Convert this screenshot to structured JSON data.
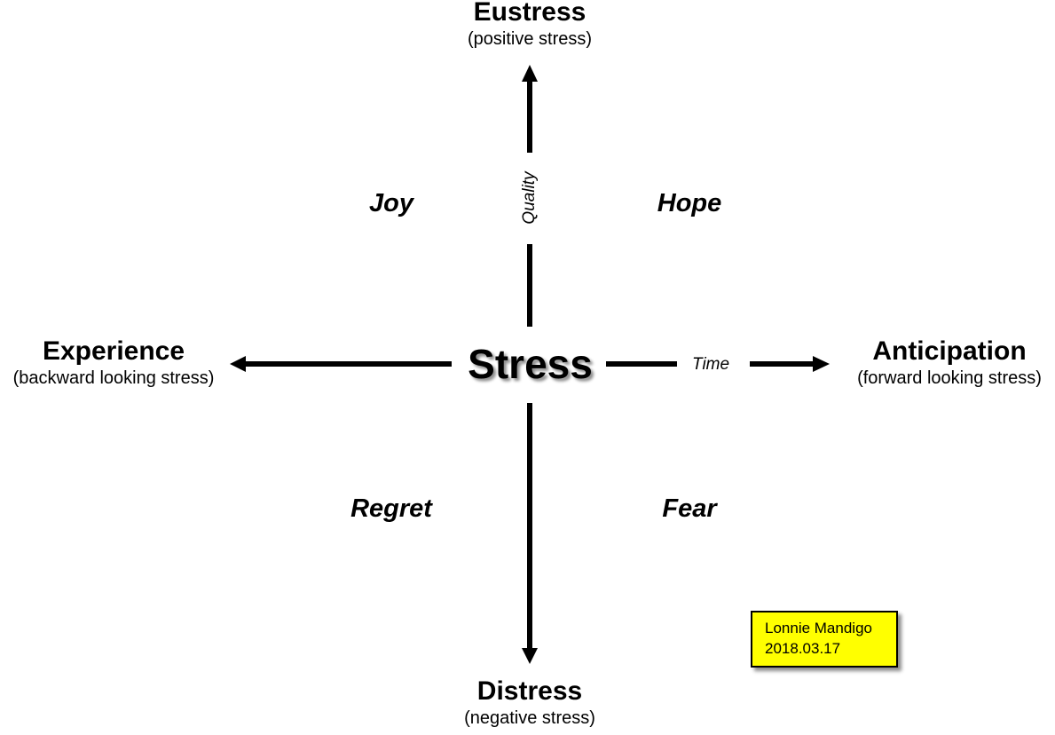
{
  "diagram": {
    "center": "Stress",
    "top": {
      "title": "Eustress",
      "subtitle": "(positive stress)"
    },
    "bottom": {
      "title": "Distress",
      "subtitle": "(negative stress)"
    },
    "left": {
      "title": "Experience",
      "subtitle": "(backward looking stress)"
    },
    "right": {
      "title": "Anticipation",
      "subtitle": "(forward looking stress)"
    },
    "axes": {
      "vertical": "Quality",
      "horizontal": "Time"
    },
    "quadrants": {
      "top_left": "Joy",
      "top_right": "Hope",
      "bottom_left": "Regret",
      "bottom_right": "Fear"
    },
    "note": {
      "line1": "Lonnie Mandigo",
      "line2": "2018.03.17",
      "background": "#ffff00"
    }
  }
}
